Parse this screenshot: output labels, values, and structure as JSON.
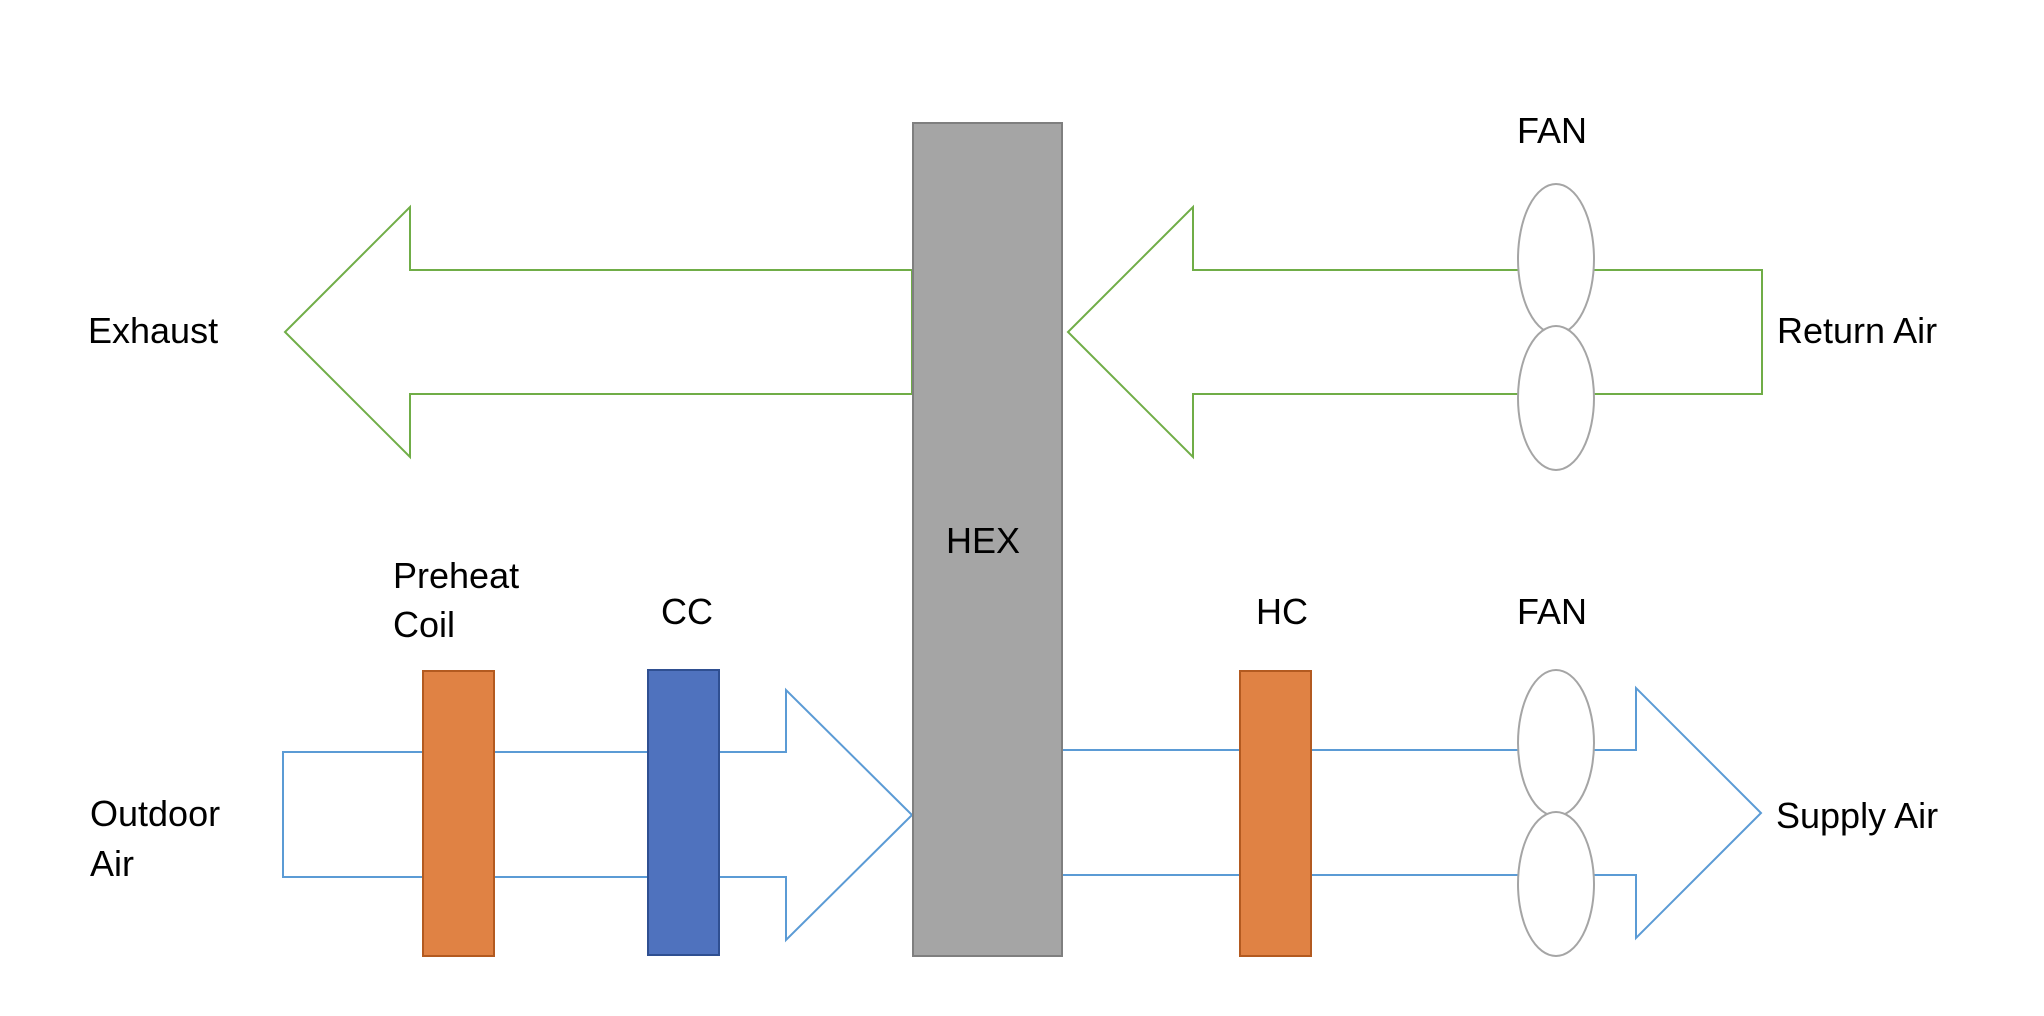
{
  "labels": {
    "exhaust": "Exhaust",
    "return_air": "Return Air",
    "fan_top": "FAN",
    "hex": "HEX",
    "preheat_line1": "Preheat",
    "preheat_line2": "Coil",
    "cc": "CC",
    "hc": "HC",
    "fan_bottom": "FAN",
    "outdoor_line1": "Outdoor",
    "outdoor_line2": "Air",
    "supply_air": "Supply Air"
  },
  "colors": {
    "return_stream": "#70AD47",
    "supply_stream": "#5B9BD5",
    "hex_fill": "#A5A5A5",
    "hex_stroke": "#7F7F7F",
    "heating_coil": "#E08244",
    "cooling_coil": "#4F72BE",
    "fan_outline": "#A5A5A5"
  },
  "icons": {
    "fan": "fan-icon",
    "coil": "coil-icon",
    "arrow": "arrow-icon"
  }
}
